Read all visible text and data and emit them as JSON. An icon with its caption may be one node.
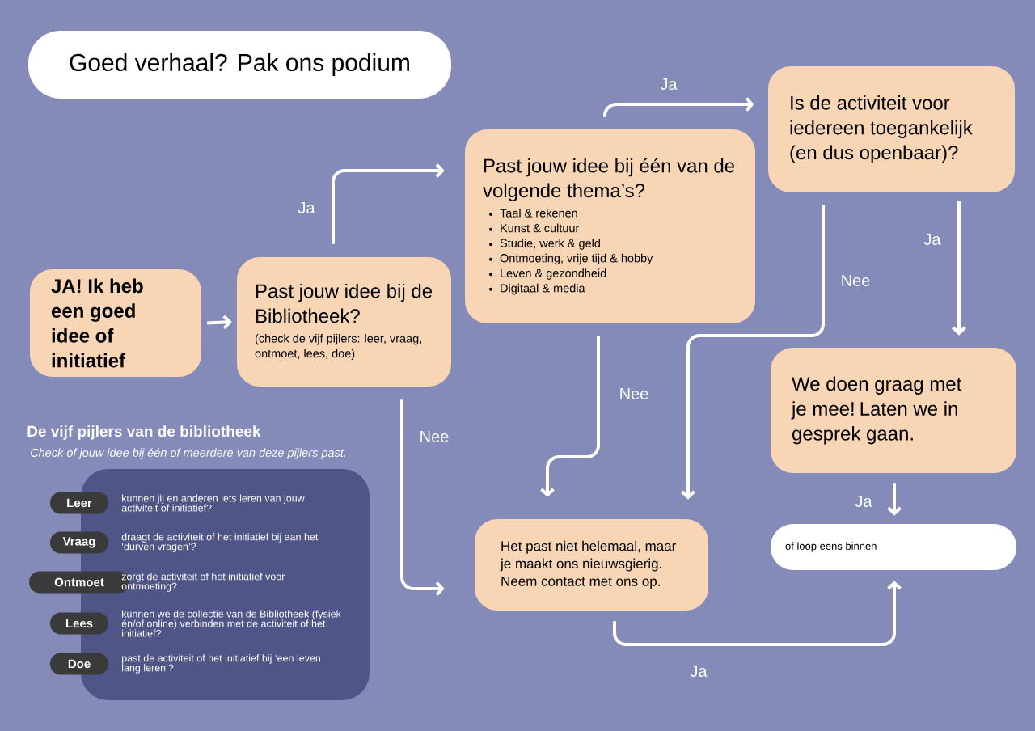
{
  "diagram": {
    "title": "Goed verhaal? Pak ons podium",
    "nodes": [
      {
        "text": [
          "JA! Ik heb een goed idee of initiatief"
        ]
      },
      {
        "text": [
          "Past jouw idee bij de Bibliotheek?",
          "(check de vijf pijlers: leer, vraag, ontmoet, lees, doe)"
        ]
      },
      {
        "text": [
          "Past jouw idee bij één van de volgende thema’s?",
          "Taal & rekenen",
          "Kunst & cultuur",
          "Studie, werk & geld",
          "Ontmoeting, vrije tijd & hobby",
          "Leven & gezondheid",
          "Digitaal & media"
        ]
      },
      {
        "text": [
          "Is de activiteit voor iedereen toegankelijk (en dus openbaar)?"
        ]
      },
      {
        "text": [
          "We doen graag met je mee! Laten we in gesprek gaan."
        ]
      },
      {
        "text": [
          "Het past niet helemaal, maar je maakt ons nieuwsgierig. Neem contact met ons op."
        ]
      },
      {
        "text": [
          "of loop eens binnen"
        ]
      },
      {
        "text": [
          "De vijf pijlers van de bibliotheek",
          "Check of jouw idee bij één of meerdere van deze pijlers past."
        ]
      },
      {
        "text": [
          "Leer"
        ]
      },
      {
        "text": [
          "Vraag"
        ]
      },
      {
        "text": [
          "Ontmoet"
        ]
      },
      {
        "text": [
          "Lees"
        ]
      },
      {
        "text": [
          "Doe"
        ]
      }
    ],
    "labels": [
      "kunnen jij en anderen iets leren van jouw activiteit of initiatief?",
      "draagt de activiteit of het initiatief bij aan het ‘durven vragen’?",
      "zorgt de activiteit of het initiatief voor ontmoeting?",
      "kunnen we de collectie van de Bibliotheek (fysiek én/of online) verbinden met de activiteit of het initiatief?",
      "past de activiteit of het initiatief bij ‘een leven lang leren’?"
    ],
    "edges": [
      {
        "from": 0,
        "to": 1,
        "arrow": "to"
      },
      {
        "from": 1,
        "to": 2,
        "arrow": "to",
        "label": "Ja"
      },
      {
        "from": 1,
        "to": 5,
        "arrow": "to",
        "label": "Nee"
      },
      {
        "from": 2,
        "to": 3,
        "arrow": "to",
        "label": "Ja"
      },
      {
        "from": 2,
        "to": 5,
        "arrow": "to",
        "label": "Nee"
      },
      {
        "from": 3,
        "to": 4,
        "arrow": "to",
        "label": "Ja"
      },
      {
        "from": 3,
        "to": 5,
        "arrow": "to",
        "label": "Nee"
      },
      {
        "from": 4,
        "to": 6,
        "arrow": "to",
        "label": "Ja"
      },
      {
        "from": 5,
        "to": 6,
        "arrow": "to",
        "label": "Ja"
      }
    ]
  }
}
